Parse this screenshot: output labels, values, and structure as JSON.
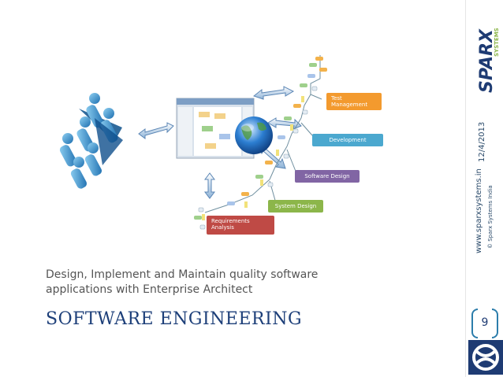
{
  "slide": {
    "subtitle_line1": "Design, Implement and Maintain quality software",
    "subtitle_line2": "applications with Enterprise Architect",
    "title": "SOFTWARE ENGINEERING",
    "page_number": "9"
  },
  "sidebar": {
    "date": "12/4/2013",
    "website": "www.sparxsystems.in",
    "copyright": "© Sparx Systems India",
    "logo_text_main": "SPARX",
    "logo_text_sub": "SYSTEMS"
  },
  "diagram": {
    "stages": [
      {
        "label_line1": "Test",
        "label_line2": "Management",
        "color": "#f39a2e"
      },
      {
        "label_line1": "Development",
        "label_line2": "",
        "color": "#4ba8cf"
      },
      {
        "label_line1": "Software Design",
        "label_line2": "",
        "color": "#8165a4"
      },
      {
        "label_line1": "System Design",
        "label_line2": "",
        "color": "#8cb64a"
      },
      {
        "label_line1": "Requirements",
        "label_line2": "Analysis",
        "color": "#bf4a45"
      }
    ]
  },
  "colors": {
    "title": "#1d3f79",
    "accent": "#2c7dab",
    "subtitle": "#555555"
  }
}
